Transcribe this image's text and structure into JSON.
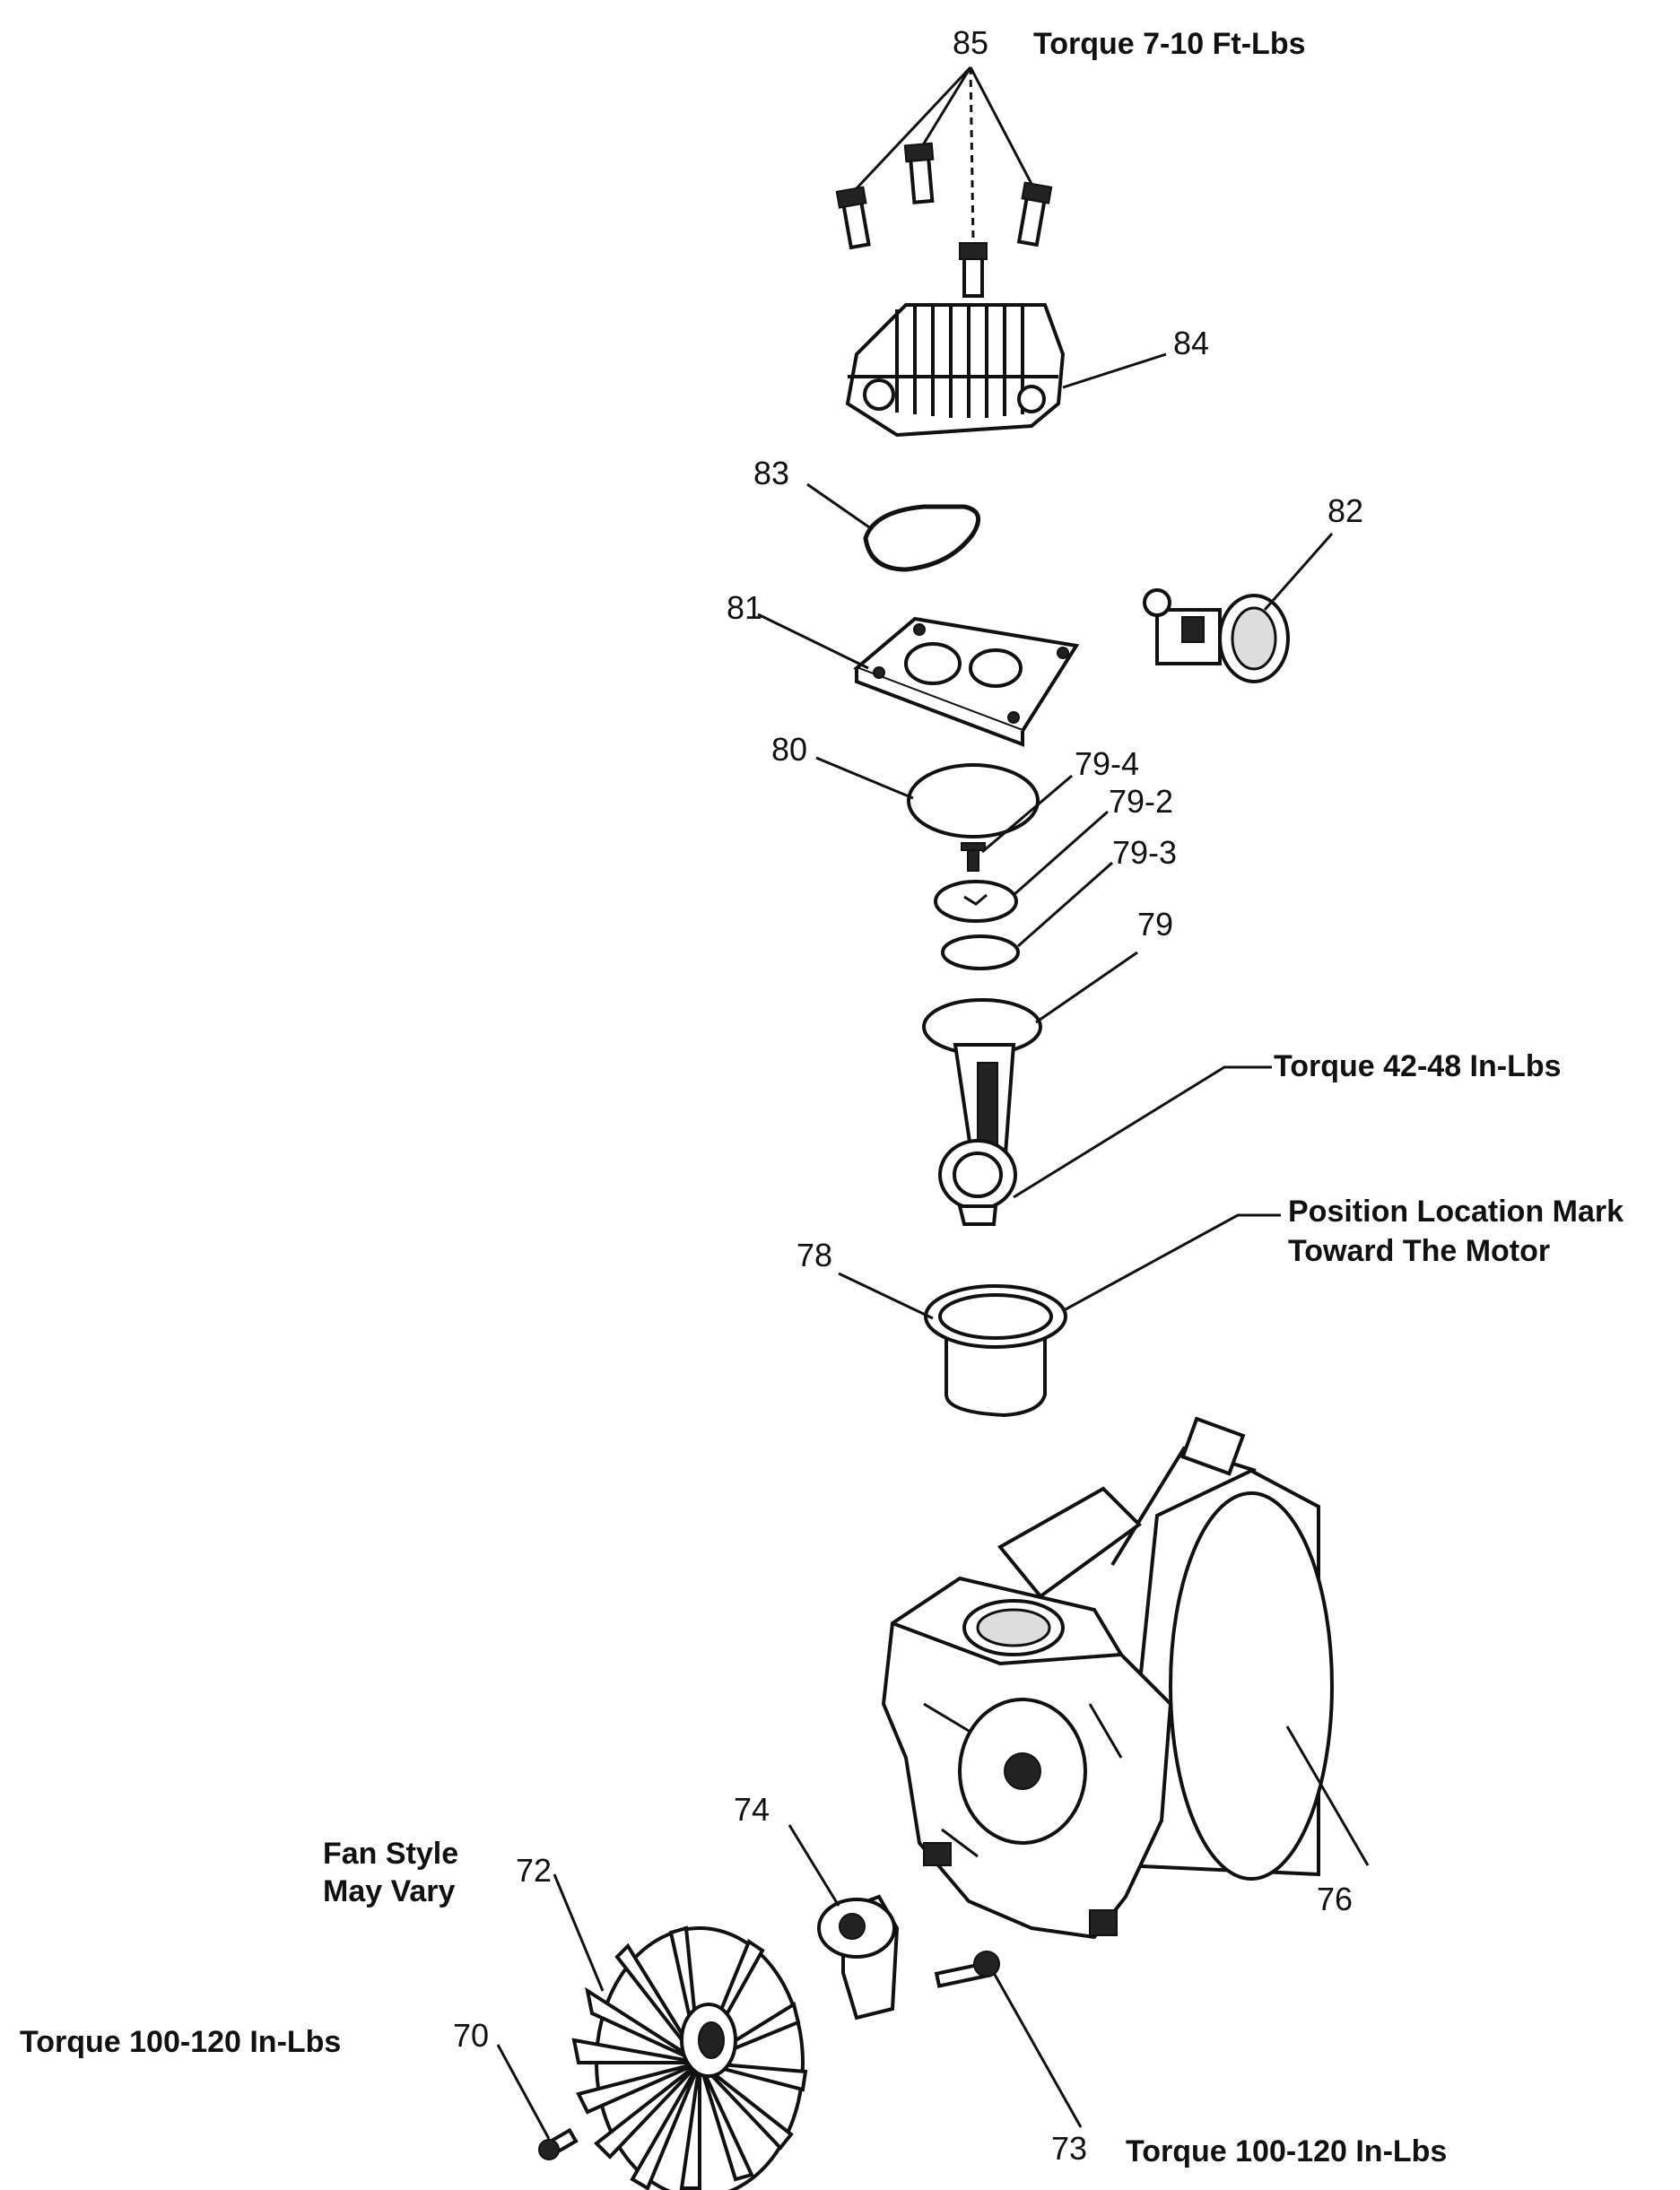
{
  "callouts": {
    "p85": "85",
    "p84": "84",
    "p83": "83",
    "p82": "82",
    "p81": "81",
    "p80": "80",
    "p79_4": "79-4",
    "p79_2": "79-2",
    "p79_3": "79-3",
    "p79": "79",
    "p78": "78",
    "p76": "76",
    "p74": "74",
    "p73": "73",
    "p72": "72",
    "p70": "70"
  },
  "notes": {
    "torque_head": "Torque 7-10 Ft-Lbs",
    "torque_rod": "Torque 42-48 In-Lbs",
    "position_line1": "Position Location Mark",
    "position_line2": "Toward The Motor",
    "fan_line1": "Fan Style",
    "fan_line2": "May Vary",
    "torque_fan": "Torque 100-120 In-Lbs",
    "torque_screw": "Torque 100-120 In-Lbs"
  }
}
